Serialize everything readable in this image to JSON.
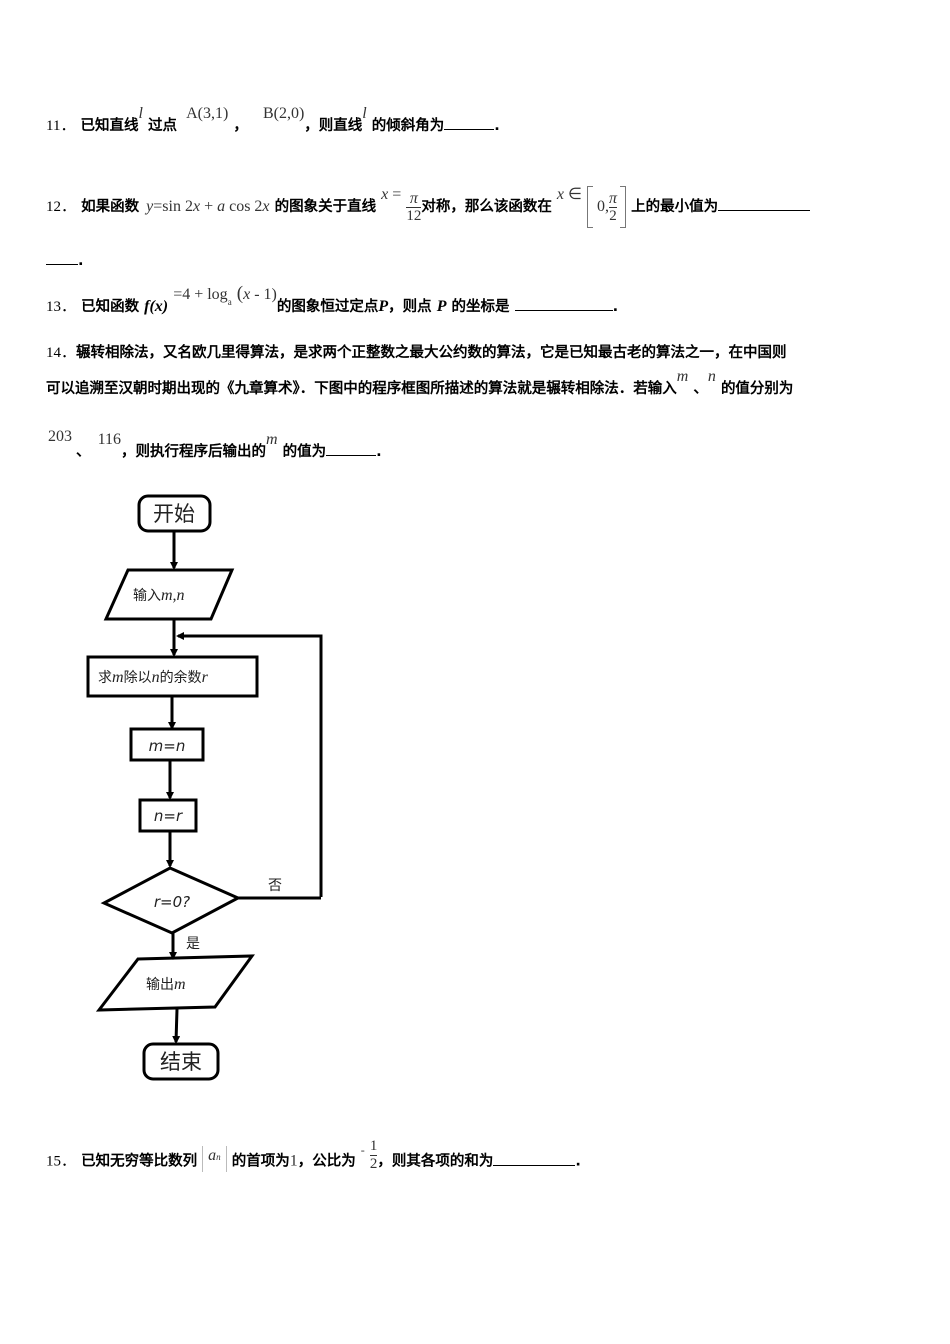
{
  "questions": {
    "q11": {
      "num": "11．",
      "t1": "已知直线",
      "l": "l",
      "t2": "过点",
      "A": "A(3,1)",
      "sep": "，",
      "B": "B(2,0)",
      "t3": "，则直线",
      "l2": "l",
      "t4": "的倾斜角为",
      "end": "."
    },
    "q12": {
      "num": "12．",
      "t1": "如果函数",
      "expr_y": "y",
      "expr_eq": "=sin 2",
      "expr_x1": "x",
      "expr_plus": " + ",
      "expr_a": "a",
      "expr_cos": " cos 2",
      "expr_x2": "x",
      "t2": "的图象关于直线",
      "line_x": "x",
      "line_eq": " =",
      "pi": "π",
      "den12": "12",
      "t3": "对称，那么该函数在",
      "dom_x": "x",
      "dom_in": " ∈",
      "dom_zero": "0,",
      "dom_pi": "π",
      "dom_den": "2",
      "t4": "上的最小值为",
      "end": "."
    },
    "q13": {
      "num": "13．",
      "t1": "已知函数",
      "fx": "f(x)",
      "expr": "=4 + log",
      "sub_a": "a",
      "arg_open": "(",
      "arg_x": "x",
      "arg_rest": " - 1)",
      "t2": "的图象恒过定点",
      "P": "P",
      "t3": "，则点",
      "P2": "P",
      "t4": "的坐标是",
      "end": "."
    },
    "q14": {
      "num": "14．",
      "line1": "辗转相除法，又名欧几里得算法，是求两个正整数之最大公约数的算法，它是已知最古老的算法之一，在中国则",
      "line2a": "可以追溯至汉朝时期出现的《九章算术》．下图中的程序框图所描述的算法就是辗转相除法．若输入",
      "m": "m",
      "sep": "、",
      "n": "n",
      "line2b": "的值分别为",
      "v1": "203",
      "v_sep": "、",
      "v2": "116",
      "line3a": "，则执行程序后输出的",
      "m2": "m",
      "line3b": "的值为",
      "end": "."
    },
    "q15": {
      "num": "15．",
      "t1": "已知无穷等比数列",
      "seq": "a",
      "seq_sub": "n",
      "t2": "的首项为",
      "first": "1",
      "t3": "，公比为",
      "neg": "-",
      "num1": "1",
      "den2": "2",
      "t4": "，则其各项的和为",
      "end": "."
    }
  },
  "flowchart": {
    "start": "开始",
    "input": "输入",
    "input_vars": "m,n",
    "step1_a": "求",
    "step1_m": "m",
    "step1_b": "除以",
    "step1_n": "n",
    "step1_c": "的余数",
    "step1_r": "r",
    "step2": "m=n",
    "step3": "n=r",
    "decision": "r=0?",
    "no_label": "否",
    "yes_label": "是",
    "output": "输出",
    "output_var": "m",
    "end": "结束"
  }
}
